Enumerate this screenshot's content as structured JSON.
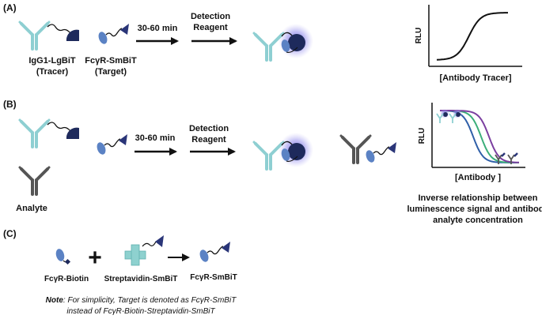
{
  "panels": {
    "a": {
      "label": "(A)"
    },
    "b": {
      "label": "(B)"
    },
    "c": {
      "label": "(C)"
    }
  },
  "molecules": {
    "tracer_name": "IgG1-LgBiT",
    "tracer_role": "(Tracer)",
    "target_name": "FcγR-SmBiT",
    "target_role": "(Target)",
    "analyte": "Analyte",
    "fcgr_biotin": "FcγR-Biotin",
    "streptavidin_smbit": "Streptavidin-SmBiT",
    "fcgr_smbit": "FcγR-SmBiT"
  },
  "steps": {
    "incubation_a": "30-60 min",
    "detection_a_line1": "Detection",
    "detection_a_line2": "Reagent",
    "incubation_b": "30-60 min",
    "detection_b_line1": "Detection",
    "detection_b_line2": "Reagent",
    "plus": "+"
  },
  "chart_a": {
    "type": "line",
    "ylabel": "RLU",
    "xlabel": "[Antibody Tracer]",
    "shape": "increasing sigmoid"
  },
  "chart_b": {
    "type": "line",
    "ylabel": "RLU",
    "xlabel": "[Antibody ]",
    "shape": "decreasing sigmoid, three curves",
    "series_colors": [
      "#2f5fa8",
      "#3cae7a",
      "#7b3fa0"
    ]
  },
  "caption_b": {
    "line1": "Inverse relationship between",
    "line2": "luminescence signal and antibody",
    "line3": "analyte concentration"
  },
  "note": {
    "label": "Note",
    "line1": ": For simplicity, Target is denoted as FcγR-SmBiT",
    "line2": "instead of FcγR-Biotin-Streptavidin-SmBiT"
  },
  "colors": {
    "tracer_antibody": "#8ecfd2",
    "analyte_antibody": "#555555",
    "lgbit": "#1e2a5c",
    "fcgr": "#5b82c4",
    "smbit": "#2a3578",
    "glow": "#7a72e0",
    "streptavidin": "#8ed1cf"
  }
}
